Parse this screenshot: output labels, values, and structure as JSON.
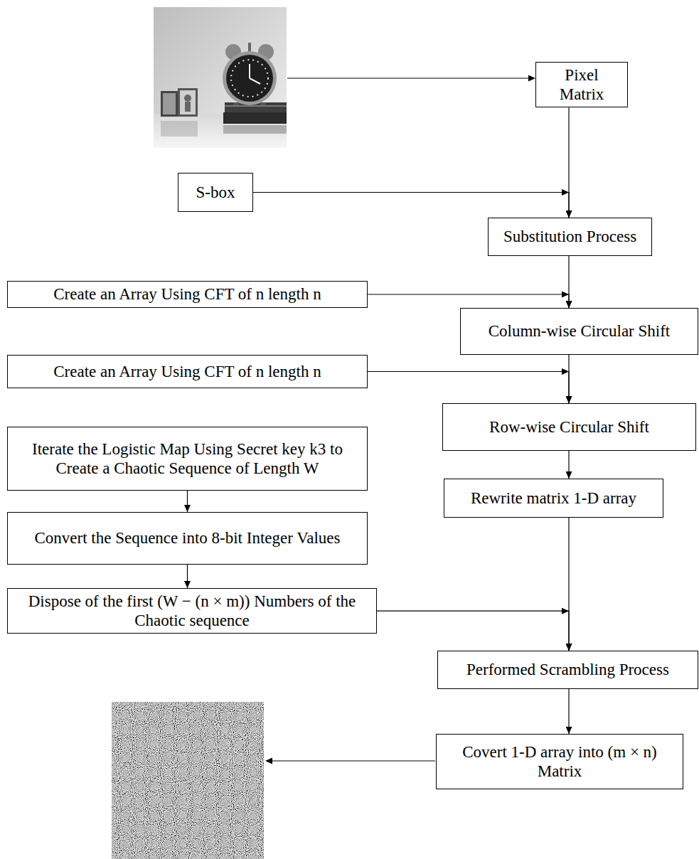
{
  "diagram": {
    "nodes": [
      {
        "text": [
          "Pixel Matrix"
        ]
      },
      {
        "text": [
          "S-box"
        ]
      },
      {
        "text": [
          "Substitution Process"
        ]
      },
      {
        "text": [
          "Create an Array Using CFT of n length n"
        ]
      },
      {
        "text": [
          "Column-wise Circular Shift"
        ]
      },
      {
        "text": [
          "Create an Array Using CFT of n length n"
        ]
      },
      {
        "text": [
          "Row-wise Circular Shift"
        ]
      },
      {
        "text": [
          "Iterate the Logistic Map Using Secret key k3 to Create a Chaotic Sequence of Length W"
        ]
      },
      {
        "text": [
          "Rewrite matrix 1-D array"
        ]
      },
      {
        "text": [
          "Convert the Sequence into 8-bit Integer Values"
        ]
      },
      {
        "text": [
          "Dispose of the first (W − (n × m)) Numbers of the Chaotic sequence"
        ]
      },
      {
        "text": [
          "Performed Scrambling Process"
        ]
      },
      {
        "text": [
          "Covert 1-D array into (m × n) Matrix"
        ]
      }
    ],
    "edges": [
      {
        "from": 0,
        "to": 2,
        "arrow": "to"
      },
      {
        "from": 1,
        "to": 2,
        "arrow": "to"
      },
      {
        "from": 2,
        "to": 4,
        "arrow": "to"
      },
      {
        "from": 3,
        "to": 4,
        "arrow": "to"
      },
      {
        "from": 4,
        "to": 6,
        "arrow": "to"
      },
      {
        "from": 5,
        "to": 6,
        "arrow": "to"
      },
      {
        "from": 6,
        "to": 8,
        "arrow": "to"
      },
      {
        "from": 7,
        "to": 9,
        "arrow": "to"
      },
      {
        "from": 9,
        "to": 10,
        "arrow": "to"
      },
      {
        "from": 8,
        "to": 11,
        "arrow": "to"
      },
      {
        "from": 10,
        "to": 11,
        "arrow": "to"
      },
      {
        "from": 11,
        "to": 12,
        "arrow": "to"
      }
    ]
  }
}
